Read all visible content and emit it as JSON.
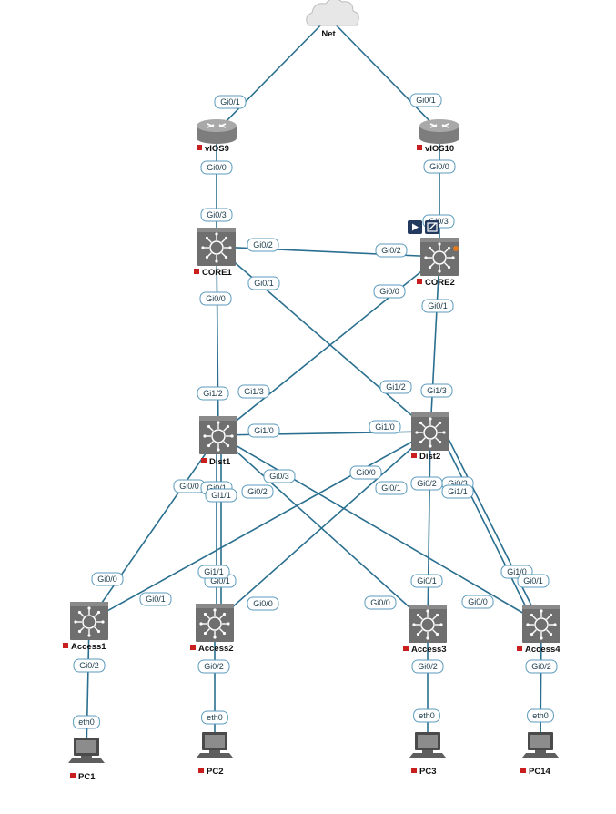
{
  "nodes": {
    "net": {
      "label": "Net",
      "icon": "cloud-icon"
    },
    "vios9": {
      "label": "vIOS9",
      "icon": "router-icon"
    },
    "vios10": {
      "label": "vIOS10",
      "icon": "router-icon"
    },
    "core1": {
      "label": "CORE1",
      "icon": "switch-icon"
    },
    "core2": {
      "label": "CORE2",
      "icon": "switch-icon"
    },
    "dist1": {
      "label": "Dist1",
      "icon": "switch-icon"
    },
    "dist2": {
      "label": "Dist2",
      "icon": "switch-icon"
    },
    "access1": {
      "label": "Access1",
      "icon": "switch-icon"
    },
    "access2": {
      "label": "Access2",
      "icon": "switch-icon"
    },
    "access3": {
      "label": "Access3",
      "icon": "switch-icon"
    },
    "access4": {
      "label": "Access4",
      "icon": "switch-icon"
    },
    "pc1": {
      "label": "PC1",
      "icon": "pc-icon"
    },
    "pc2": {
      "label": "PC2",
      "icon": "pc-icon"
    },
    "pc3": {
      "label": "PC3",
      "icon": "pc-icon"
    },
    "pc14": {
      "label": "PC14",
      "icon": "pc-icon"
    }
  },
  "links": [
    {
      "a": "net",
      "b": "vios9",
      "a_port": "",
      "b_port": "Gi0/1"
    },
    {
      "a": "net",
      "b": "vios10",
      "a_port": "",
      "b_port": "Gi0/1"
    },
    {
      "a": "vios9",
      "b": "core1",
      "a_port": "Gi0/0",
      "b_port": "Gi0/3"
    },
    {
      "a": "vios10",
      "b": "core2",
      "a_port": "Gi0/0",
      "b_port": "Gi0/3"
    },
    {
      "a": "core1",
      "b": "core2",
      "a_port": "Gi0/2",
      "b_port": "Gi0/2"
    },
    {
      "a": "core1",
      "b": "dist1",
      "a_port": "Gi0/0",
      "b_port": "Gi1/2"
    },
    {
      "a": "core1",
      "b": "dist2",
      "a_port": "Gi0/1",
      "b_port": "Gi1/2"
    },
    {
      "a": "core2",
      "b": "dist1",
      "a_port": "Gi0/0",
      "b_port": "Gi1/3"
    },
    {
      "a": "core2",
      "b": "dist2",
      "a_port": "Gi0/1",
      "b_port": "Gi1/3"
    },
    {
      "a": "dist1",
      "b": "dist2",
      "a_port": "Gi1/0",
      "b_port": "Gi1/0"
    },
    {
      "a": "dist1",
      "b": "access1",
      "a_port": "Gi0/0",
      "b_port": "Gi0/0"
    },
    {
      "a": "dist1",
      "b": "access2",
      "a_port": "Gi0/1",
      "b_port": "Gi0/1"
    },
    {
      "a": "dist1",
      "b": "access2",
      "a_port": "Gi1/1",
      "b_port": "Gi1/1"
    },
    {
      "a": "dist1",
      "b": "access3",
      "a_port": "Gi0/2",
      "b_port": "Gi0/0"
    },
    {
      "a": "dist1",
      "b": "access4",
      "a_port": "Gi0/3",
      "b_port": "Gi0/0"
    },
    {
      "a": "dist2",
      "b": "access1",
      "a_port": "Gi0/0",
      "b_port": "Gi0/1"
    },
    {
      "a": "dist2",
      "b": "access2",
      "a_port": "Gi0/1",
      "b_port": "Gi0/0"
    },
    {
      "a": "dist2",
      "b": "access3",
      "a_port": "Gi0/2",
      "b_port": "Gi0/1"
    },
    {
      "a": "dist2",
      "b": "access4",
      "a_port": "Gi0/3",
      "b_port": "Gi1/0"
    },
    {
      "a": "dist2",
      "b": "access4",
      "a_port": "Gi1/1",
      "b_port": "Gi0/1"
    },
    {
      "a": "access1",
      "b": "pc1",
      "a_port": "Gi0/2",
      "b_port": "eth0"
    },
    {
      "a": "access2",
      "b": "pc2",
      "a_port": "Gi0/2",
      "b_port": "eth0"
    },
    {
      "a": "access3",
      "b": "pc3",
      "a_port": "Gi0/2",
      "b_port": "eth0"
    },
    {
      "a": "access4",
      "b": "pc14",
      "a_port": "Gi0/2",
      "b_port": "eth0"
    }
  ],
  "toolbar": {
    "start_icon": "play-icon",
    "edit_icon": "edit-icon"
  },
  "colors": {
    "link": "#2a6f8f",
    "status_stopped": "#c81e1e",
    "port_border": "#5b9bbd",
    "toolbar_button": "#23395d"
  }
}
